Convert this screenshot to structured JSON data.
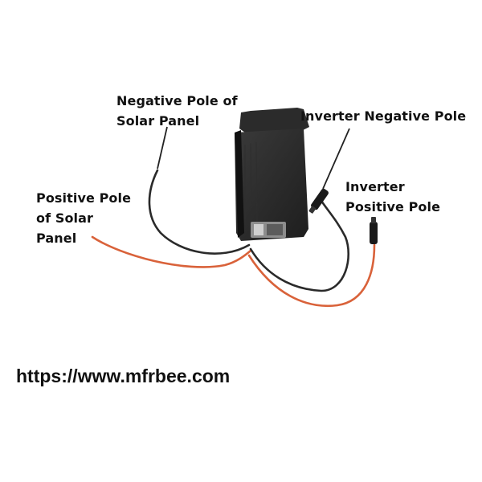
{
  "labels": {
    "negative_solar": {
      "line1": "Negative Pole of",
      "line2": "Solar Panel"
    },
    "positive_solar": {
      "line1": "Positive Pole",
      "line2": "of Solar",
      "line3": "Panel"
    },
    "inverter_negative": {
      "line1": "Inverter Negative Pole"
    },
    "inverter_positive": {
      "line1": "Inverter",
      "line2": "Positive Pole"
    }
  },
  "watermark": "https://www.mfrbee.com",
  "colors": {
    "background": "#ffffff",
    "device_body": "#1c1c1c",
    "negative_wire": "#2a2a2a",
    "positive_wire": "#d9623a",
    "text": "#111111"
  }
}
